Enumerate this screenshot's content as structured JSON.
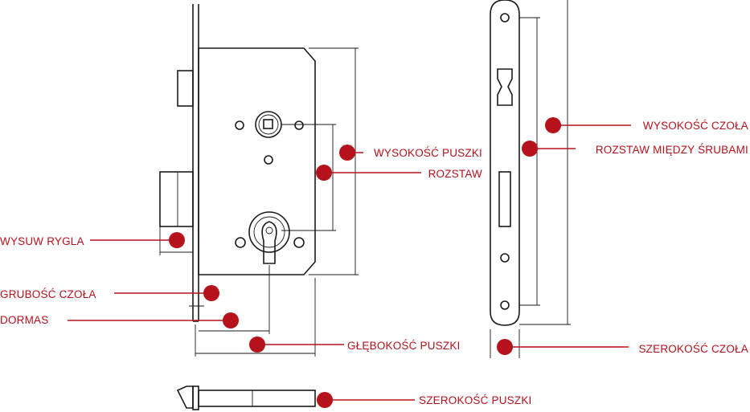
{
  "accent": "#b5121b",
  "labels": {
    "wysokosc_puszki": "WYSOKOŚĆ PUSZKI",
    "rozstaw": "ROZSTAW",
    "wysuw_rygla": "WYSUW RYGLA",
    "grubosc_czola": "GRUBOŚĆ CZOŁA",
    "dormas": "DORMAS",
    "glebokosc_puszki": "GŁĘBOKOŚĆ PUSZKI",
    "szerokosc_puszki": "SZEROKOŚĆ PUSZKI",
    "wysokosc_czola": "WYSOKOŚĆ CZOŁA",
    "rozstaw_miedzy_srubami": "ROZSTAW MIĘDZY ŚRUBAMI",
    "szerokosc_czola": "SZEROKOŚĆ CZOŁA"
  }
}
